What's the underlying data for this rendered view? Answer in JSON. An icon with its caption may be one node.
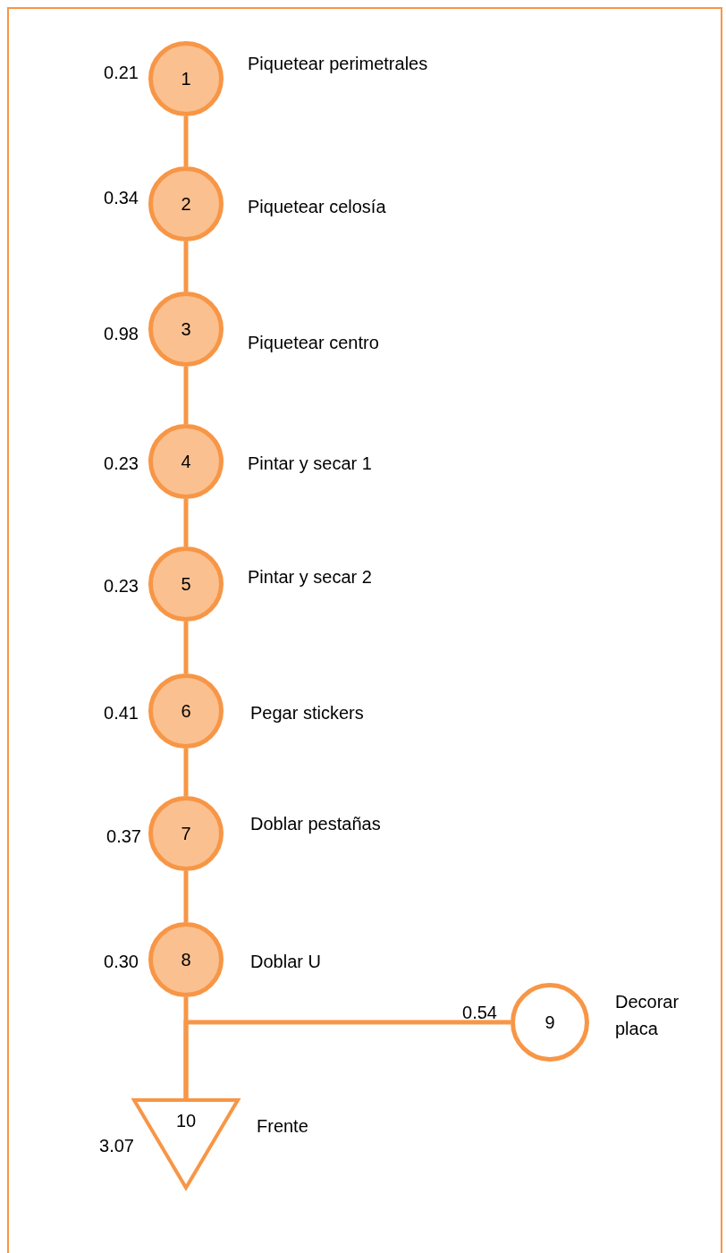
{
  "diagram": {
    "nodes": [
      {
        "text": [
          "1"
        ],
        "beside": [
          "0.21",
          "Piquetear perimetrales"
        ]
      },
      {
        "text": [
          "2"
        ],
        "beside": [
          "0.34",
          "Piquetear celosía"
        ]
      },
      {
        "text": [
          "3"
        ],
        "beside": [
          "0.98",
          "Piquetear centro"
        ]
      },
      {
        "text": [
          "4"
        ],
        "beside": [
          "0.23",
          "Pintar y secar 1"
        ]
      },
      {
        "text": [
          "5"
        ],
        "beside": [
          "0.23",
          "Pintar y secar 2"
        ]
      },
      {
        "text": [
          "6"
        ],
        "beside": [
          "0.41",
          "Pegar stickers"
        ]
      },
      {
        "text": [
          "7"
        ],
        "beside": [
          "0.37",
          "Doblar pestañas"
        ]
      },
      {
        "text": [
          "8"
        ],
        "beside": [
          "0.30",
          "Doblar U"
        ]
      },
      {
        "text": [
          "9"
        ],
        "beside": [
          "0.54",
          "Decorar placa"
        ]
      },
      {
        "text": [
          "10"
        ],
        "beside": [
          "3.07",
          "Frente"
        ]
      }
    ],
    "edges": [
      {
        "from": 0,
        "to": 1,
        "arrow": "none"
      },
      {
        "from": 1,
        "to": 2,
        "arrow": "none"
      },
      {
        "from": 2,
        "to": 3,
        "arrow": "none"
      },
      {
        "from": 3,
        "to": 4,
        "arrow": "none"
      },
      {
        "from": 4,
        "to": 5,
        "arrow": "none"
      },
      {
        "from": 5,
        "to": 6,
        "arrow": "none"
      },
      {
        "from": 6,
        "to": 7,
        "arrow": "none"
      },
      {
        "from": 7,
        "to": 9,
        "arrow": "none"
      },
      {
        "from": 8,
        "to": 9,
        "arrow": "none"
      }
    ]
  }
}
